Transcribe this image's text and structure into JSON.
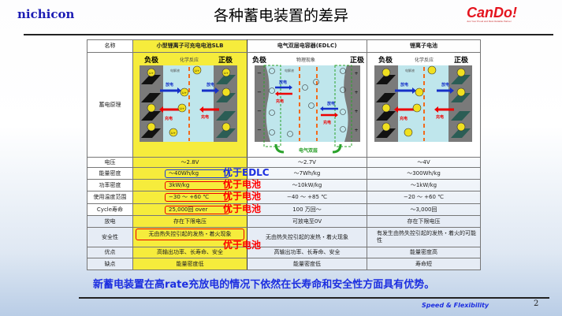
{
  "header": {
    "logo_left": "nichicon",
    "title": "各种蓄电装置的差异",
    "logo_right": "CanDo!",
    "logo_right_tagline": "Just Your Proud and Most Reliable Partner"
  },
  "table": {
    "columns": [
      "名称",
      "小型锂离子可充电电池SLB",
      "电气双层电容器(EDLC)",
      "锂离子电池"
    ],
    "diagram_row_label": "蓄电原理",
    "diagram": {
      "neg": "负极",
      "pos": "正极",
      "chem": "化学反应",
      "phys": "物理现象",
      "electrolyte": "电解液",
      "discharge": "放电",
      "charge": "充电",
      "li": "Li+",
      "edl": "电气双层",
      "minus": "−",
      "plus": "+"
    },
    "rows": [
      {
        "label": "电压",
        "slb": "〜2.8V",
        "edlc": "〜2.7V",
        "li": "〜4V"
      },
      {
        "label": "能量密度",
        "slb": "〜40Wh/kg",
        "edlc": "〜7Wh/kg",
        "li": "〜300Wh/kg"
      },
      {
        "label": "功率密度",
        "slb": "3kW/kg",
        "edlc": "〜10kW/kg",
        "li": "〜1kW/kg"
      },
      {
        "label": "使用温度范围",
        "slb": "−30 〜 +60 ℃",
        "edlc": "−40 〜 +85 ℃",
        "li": "−20 〜 +60 ℃"
      },
      {
        "label": "Cycle寿命",
        "slb": "25,000回 over",
        "edlc": "100 万回〜",
        "li": "〜3,000回"
      },
      {
        "label": "放电",
        "slb": "存在下限电压",
        "edlc": "可放电至0V",
        "li": "存在下限电压"
      },
      {
        "label": "安全性",
        "slb": "无由热失控引起的发热・着火现象",
        "edlc": "无由热失控引起的发热・着火现象",
        "li": "有发生由热失控引起的发热・着火的可能性"
      },
      {
        "label": "优点",
        "slb": "高输出功率、长寿命、安全",
        "edlc": "高输出功率、长寿命、安全",
        "li": "能量密度高"
      },
      {
        "label": "缺点",
        "slb": "能量密度低",
        "edlc": "能量密度低",
        "li": "寿命短"
      }
    ]
  },
  "annotations": {
    "better_than_edlc": "优于EDLC",
    "better_than_battery": "优于电池"
  },
  "conclusion": "新蓄电装置在高rate充放电的情况下依然在长寿命和安全性方面具有优势。",
  "footer": {
    "tagline": "Speed & Flexibility",
    "page": "2"
  },
  "colors": {
    "slb_highlight": "#f6ec3c",
    "accent_blue": "#1c2ee0",
    "accent_red": "#ff0000"
  }
}
